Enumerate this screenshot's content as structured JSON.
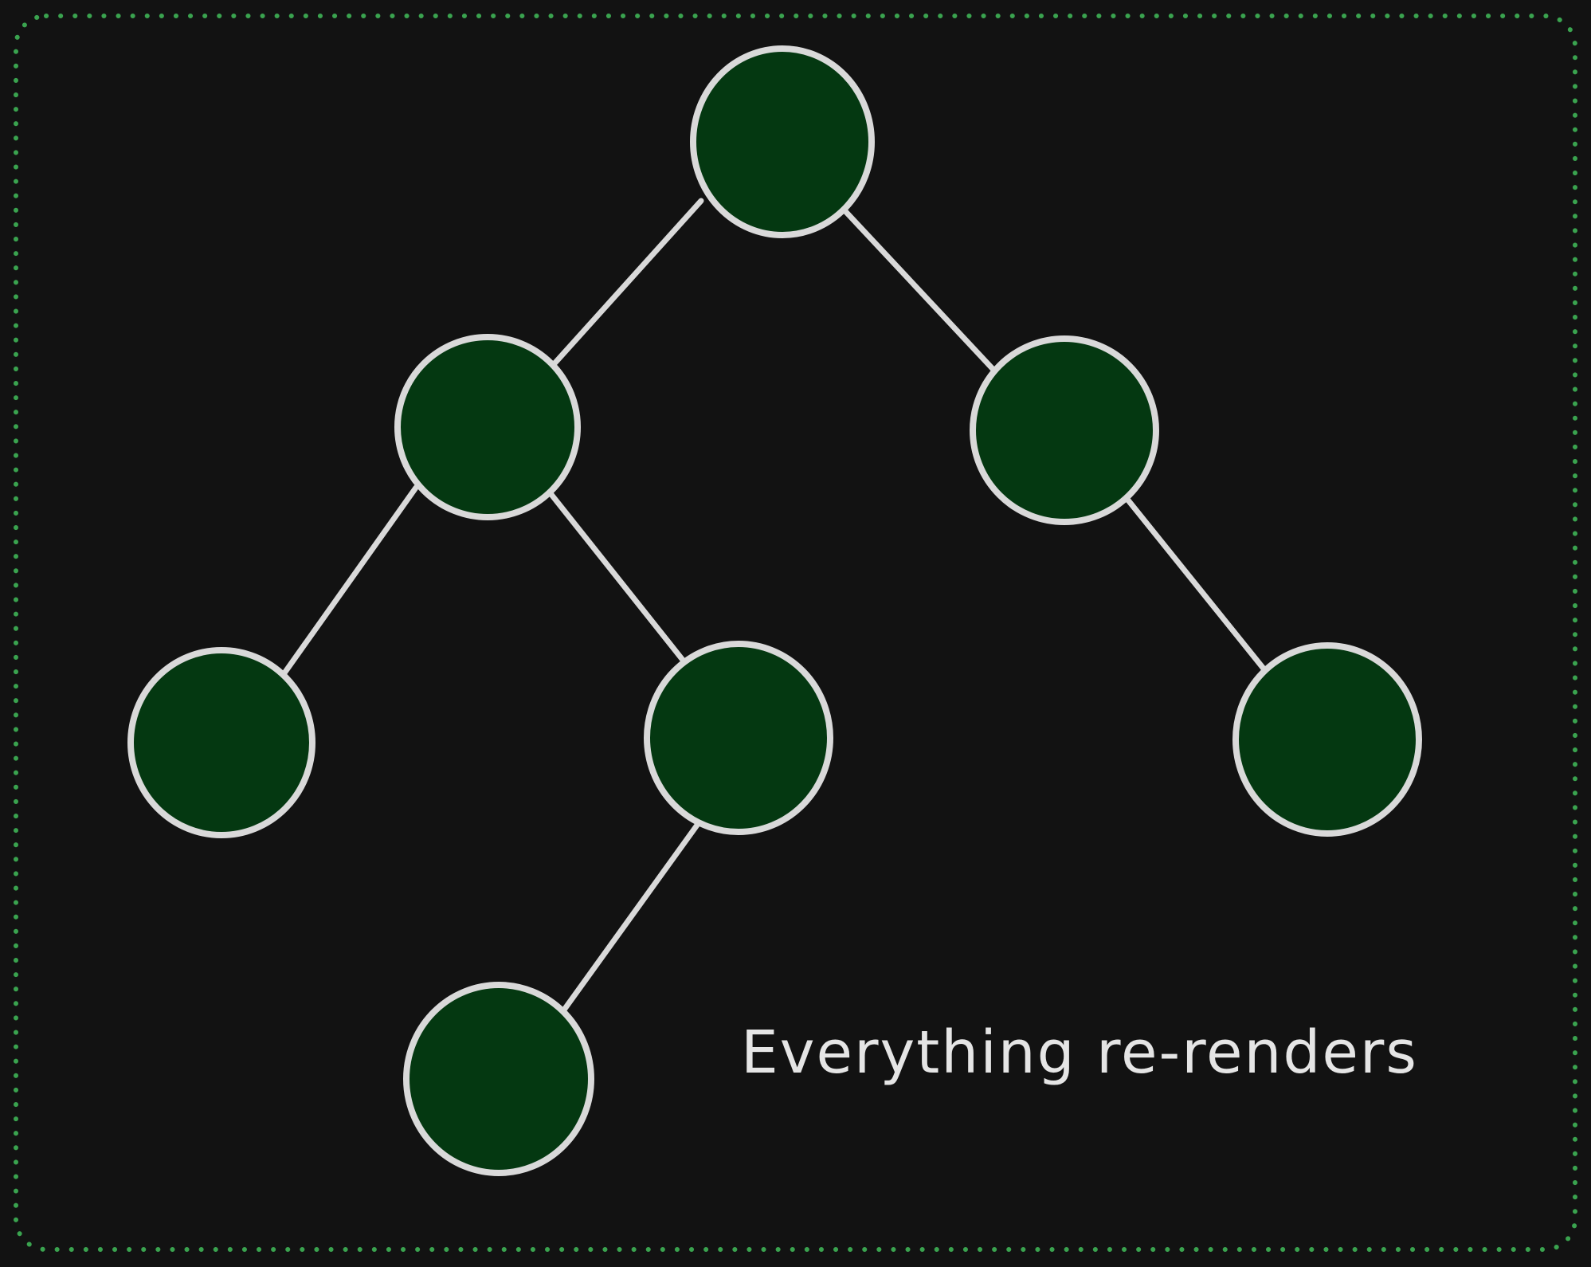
{
  "diagram": {
    "caption": "Everything re-renders",
    "colors": {
      "background": "#121212",
      "node_fill": "#043811",
      "node_stroke": "#d9d9d9",
      "edge_stroke": "#d9d9d9",
      "frame_stroke": "#3aa34f"
    },
    "nodes": [
      {
        "id": "root"
      },
      {
        "id": "left"
      },
      {
        "id": "right"
      },
      {
        "id": "left-left"
      },
      {
        "id": "left-right"
      },
      {
        "id": "left-right-left"
      },
      {
        "id": "right-right"
      }
    ],
    "edges": [
      {
        "from": "root",
        "to": "left"
      },
      {
        "from": "root",
        "to": "right"
      },
      {
        "from": "left",
        "to": "left-left"
      },
      {
        "from": "left",
        "to": "left-right"
      },
      {
        "from": "left-right",
        "to": "left-right-left"
      },
      {
        "from": "right",
        "to": "right-right"
      }
    ]
  }
}
